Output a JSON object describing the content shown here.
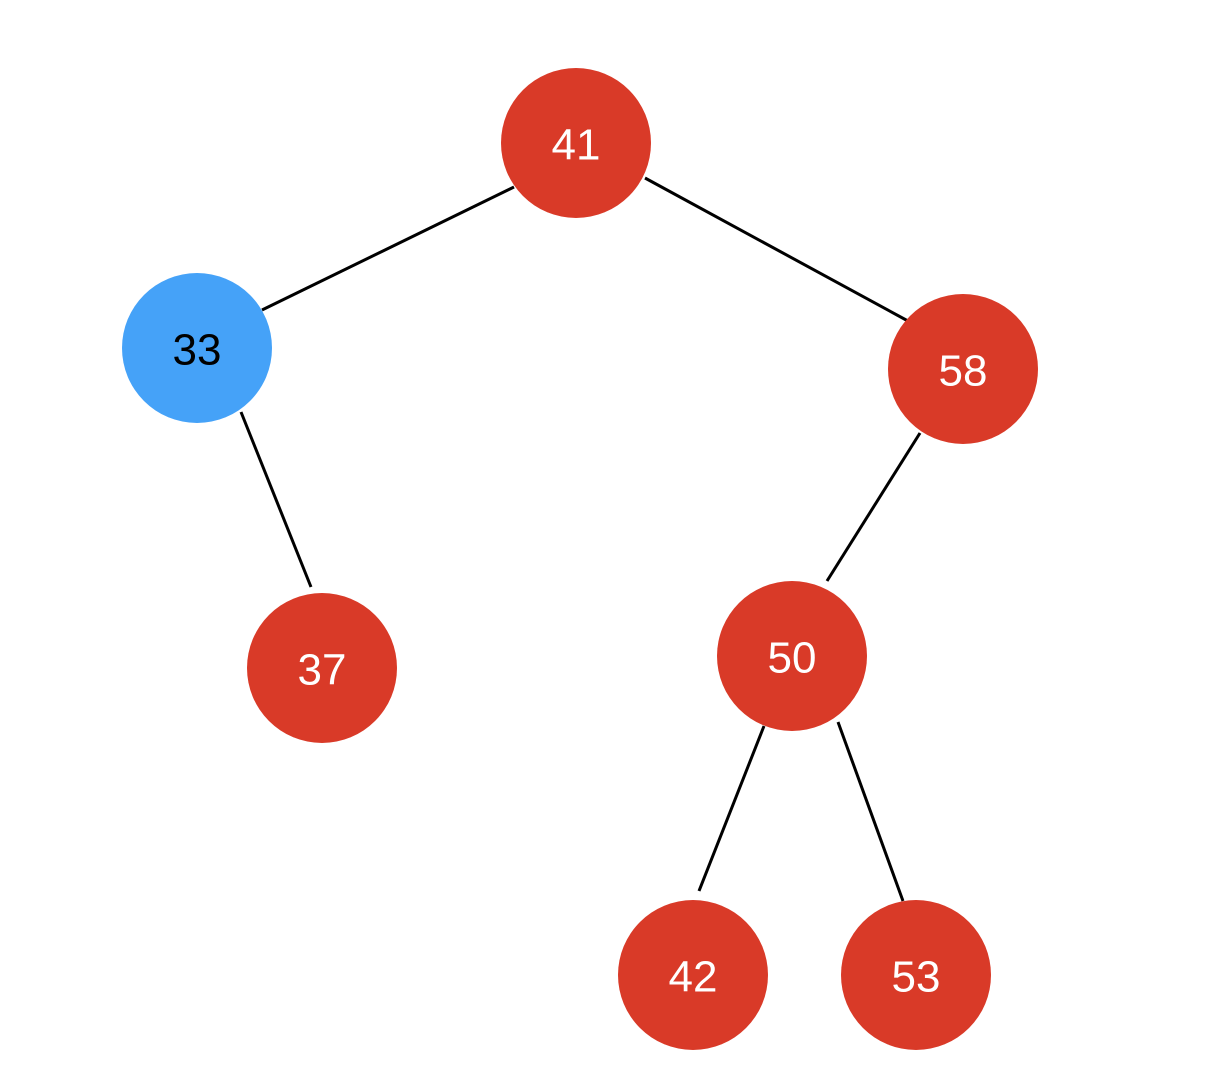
{
  "tree": {
    "colors": {
      "red_node": "#D93A28",
      "blue_node": "#45A2F8",
      "edge": "#000000",
      "label_on_red": "#FFFFFF",
      "label_on_blue": "#000000"
    },
    "nodes": [
      {
        "id": "n41",
        "key": "41",
        "color": "red"
      },
      {
        "id": "n33",
        "key": "33",
        "color": "blue"
      },
      {
        "id": "n58",
        "key": "58",
        "color": "red"
      },
      {
        "id": "n37",
        "key": "37",
        "color": "red"
      },
      {
        "id": "n50",
        "key": "50",
        "color": "red"
      },
      {
        "id": "n42",
        "key": "42",
        "color": "red"
      },
      {
        "id": "n53",
        "key": "53",
        "color": "red"
      }
    ],
    "edges": [
      {
        "from": "n41",
        "to": "n33"
      },
      {
        "from": "n41",
        "to": "n58"
      },
      {
        "from": "n33",
        "to": "n37"
      },
      {
        "from": "n58",
        "to": "n50"
      },
      {
        "from": "n50",
        "to": "n42"
      },
      {
        "from": "n50",
        "to": "n53"
      }
    ]
  }
}
